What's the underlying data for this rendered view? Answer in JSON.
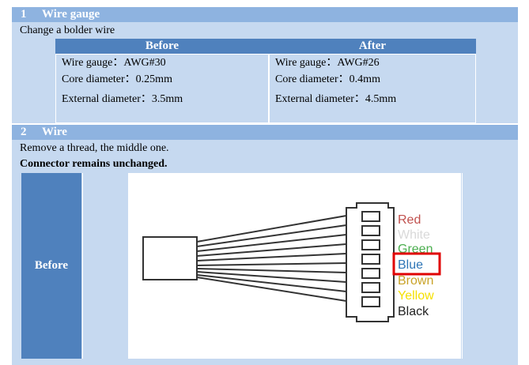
{
  "section1": {
    "number": "1",
    "title": "Wire gauge",
    "subtitle": "Change a bolder wire",
    "table": {
      "before_header": "Before",
      "after_header": "After",
      "before": {
        "gauge": "Wire gauge：AWG#30",
        "core": "Core diameter：0.25mm",
        "external": "External diameter：3.5mm"
      },
      "after": {
        "gauge": "Wire gauge：AWG#26",
        "core": "Core diameter：0.4mm",
        "external": "External diameter：4.5mm"
      }
    }
  },
  "section2": {
    "number": "2",
    "title": "Wire",
    "line1": "Remove a thread, the middle one.",
    "line2": "Connector remains unchanged.",
    "before_label": "Before",
    "wires": [
      {
        "label": "Red",
        "color": "#c0504d"
      },
      {
        "label": "White",
        "color": "#d9d9d9"
      },
      {
        "label": "Green",
        "color": "#4caf50"
      },
      {
        "label": "Blue",
        "color": "#2e75b6"
      },
      {
        "label": "Brown",
        "color": "#c9a227"
      },
      {
        "label": "Yellow",
        "color": "#f5e000"
      },
      {
        "label": "Black",
        "color": "#222222"
      }
    ],
    "highlight_color": "#e00000"
  }
}
